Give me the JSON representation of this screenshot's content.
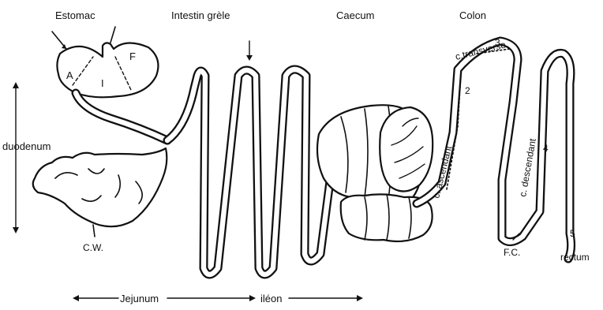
{
  "labels": {
    "estomac": "Estomac",
    "intestin_grele": "Intestin grèle",
    "caecum": "Caecum",
    "colon": "Colon",
    "duodenum": "duodenum",
    "stomach_a": "A",
    "stomach_i": "I",
    "stomach_f": "F",
    "cw": "C.W.",
    "c_transverse": "c.transverse",
    "c_ascendant": "c. ascendant",
    "c_descendant": "c. descendant",
    "num_2": "2",
    "num_3": "3",
    "num_4": "4",
    "num_5": "5",
    "fc": "F.C.",
    "rectum": "rectum",
    "jejunum": "Jejunum",
    "ileon": "iléon"
  }
}
